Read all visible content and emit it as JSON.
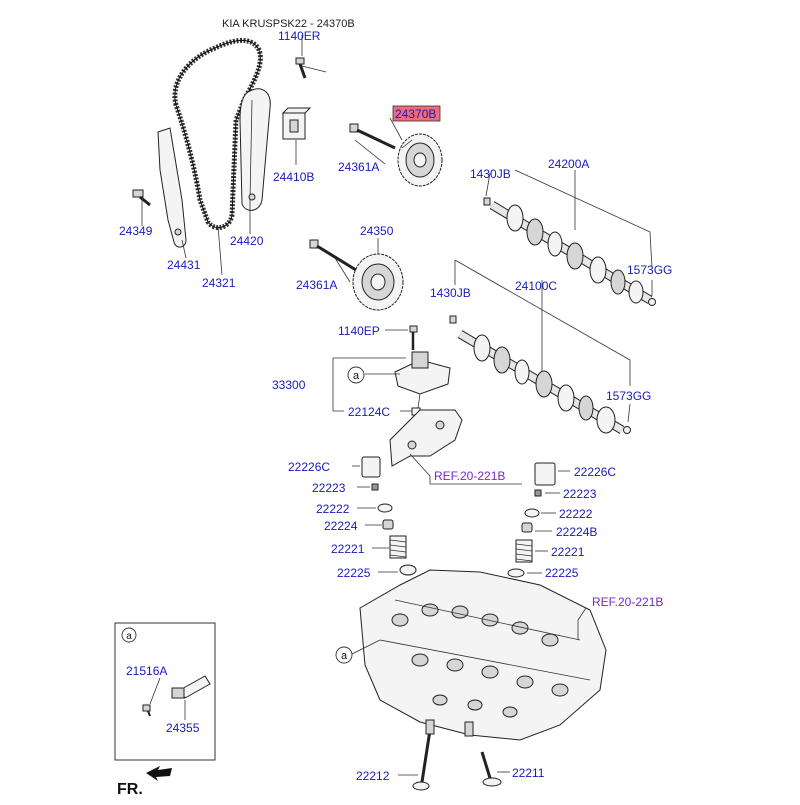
{
  "header": {
    "title": "KIA KRUSPSK22 - 24370B"
  },
  "highlight_color": "#f06a7a",
  "callouts": {
    "1140ER": "1140ER",
    "24370B": "24370B",
    "24361A_top": "24361A",
    "24410B": "24410B",
    "1430JB_top": "1430JB",
    "24200A": "24200A",
    "24349": "24349",
    "24420": "24420",
    "24431": "24431",
    "24321": "24321",
    "1573GG_top": "1573GG",
    "24350": "24350",
    "24361A_mid": "24361A",
    "1430JB_mid": "1430JB",
    "24100C": "24100C",
    "1140EP": "1140EP",
    "33300": "33300",
    "22124C": "22124C",
    "1573GG_mid": "1573GG",
    "22226C_left": "22226C",
    "22226C_right": "22226C",
    "ref_top": "REF.20-221B",
    "22223_left": "22223",
    "22223_right": "22223",
    "22222_left": "22222",
    "22222_right": "22222",
    "22224": "22224",
    "22224B": "22224B",
    "22221_left": "22221",
    "22221_right": "22221",
    "22225_left": "22225",
    "22225_right": "22225",
    "ref_bottom": "REF.20-221B",
    "21516A": "21516A",
    "24355": "24355",
    "22212": "22212",
    "22211": "22211"
  },
  "markers": {
    "a_inset": "a",
    "a_mid": "a",
    "a_low": "a"
  },
  "orientation": {
    "label": "FR."
  }
}
